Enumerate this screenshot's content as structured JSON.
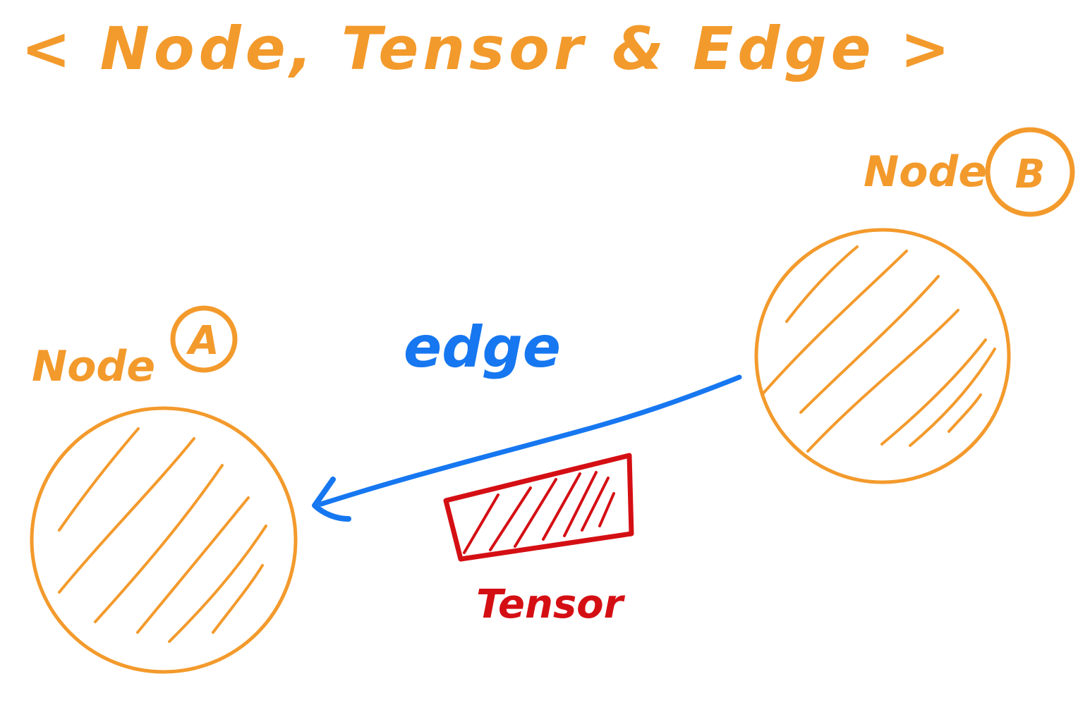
{
  "title": "< Node, Tensor & Edge >",
  "node_a": {
    "label": "Node",
    "letter": "A"
  },
  "node_b": {
    "label": "Node",
    "letter": "B"
  },
  "edge": {
    "label": "edge"
  },
  "tensor": {
    "label": "Tensor"
  },
  "colors": {
    "node": "#F39A2C",
    "edge": "#1677F0",
    "tensor": "#D40F14",
    "background": "#FFFFFF"
  }
}
